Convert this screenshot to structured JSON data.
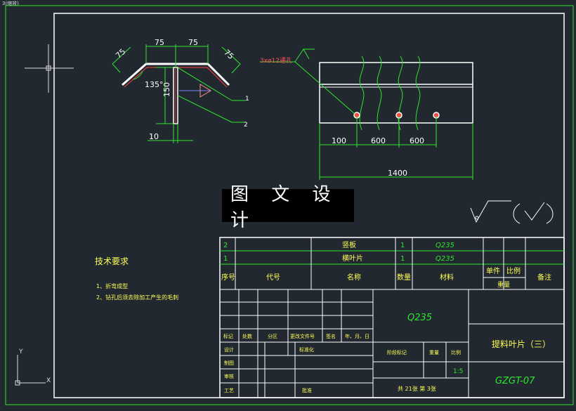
{
  "corner_tag": "3(缩放)",
  "watermark": "图 文 设 计",
  "left_view": {
    "dims": {
      "top_left": "75",
      "top_right": "75",
      "slant_left": "75",
      "slant_right": "75",
      "angle": "135°",
      "height": "150",
      "width": "10"
    },
    "leaders": {
      "one": "1",
      "two": "2"
    }
  },
  "right_view": {
    "hole_note": "3xø12通孔",
    "dims": {
      "d1": "100",
      "d2": "600",
      "d3": "600",
      "total": "1400"
    }
  },
  "tech_req": {
    "title": "技术要求",
    "items": [
      "1、折弯成型",
      "2、钻孔后须去除加工产生的毛刺"
    ]
  },
  "parts_list": {
    "rows": [
      {
        "no": "2",
        "name": "竖板",
        "qty": "1",
        "material": "Q235"
      },
      {
        "no": "1",
        "name": "横叶片",
        "qty": "1",
        "material": "Q235"
      }
    ],
    "headers": {
      "no": "序号",
      "code": "代号",
      "name": "名称",
      "qty": "数量",
      "material": "材料",
      "unit": "单件",
      "total": "比例",
      "weight": "重量",
      "remark": "备注"
    }
  },
  "title_block": {
    "material": "Q235",
    "drawing_name": "提料叶片（三）",
    "drawing_no": "GZGT-07",
    "row_labels": {
      "mark": "标记",
      "count": "处数",
      "zone": "分区",
      "docno": "更改文件号",
      "sign": "签名",
      "date": "年、月、日"
    },
    "left_labels": [
      "设计",
      "制图",
      "审核",
      "工艺"
    ],
    "std": "标准化",
    "approve": "批准",
    "stage": "阶段标记",
    "weight": "重量",
    "scale": "比例",
    "scale_val": "1:5",
    "sheets": "共 21张 第 3张"
  },
  "colors": {
    "line": "#ffffff",
    "dim": "#2ee62e",
    "text_yellow": "#ffff55",
    "bg": "#212830"
  }
}
